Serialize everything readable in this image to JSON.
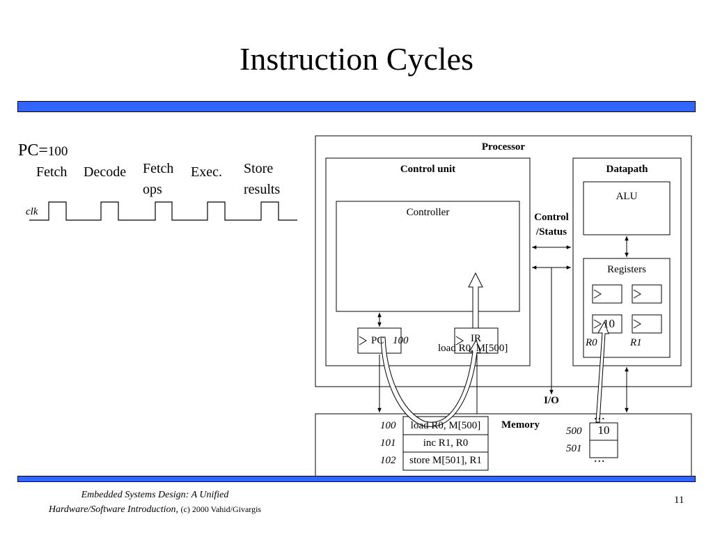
{
  "title": "Instruction Cycles",
  "pc": {
    "label": "PC=",
    "value": "100"
  },
  "timing": {
    "stages": [
      "Fetch",
      "Decode",
      "Fetch\nops",
      "Exec.",
      "Store\nresults"
    ],
    "clk_label": "clk"
  },
  "processor": {
    "label": "Processor",
    "control_unit": {
      "label": "Control unit",
      "controller": "Controller"
    },
    "datapath": {
      "label": "Datapath",
      "alu": "ALU",
      "registers": "Registers",
      "r0_value": "10"
    },
    "pc_box": {
      "label": "PC",
      "value": "100"
    },
    "ir_box": {
      "label": "IR",
      "value": "load R0, M[500]"
    },
    "control_status": "Control\n/Status",
    "reg_names": [
      "R0",
      "R1"
    ]
  },
  "io_label": "I/O",
  "memory": {
    "label": "Memory",
    "rows": [
      {
        "addr": "100",
        "content": "load R0, M[500]"
      },
      {
        "addr": "101",
        "content": "inc R1, R0"
      },
      {
        "addr": "102",
        "content": "store M[501], R1"
      }
    ],
    "data_cells": [
      {
        "addr": "500",
        "value": "10"
      },
      {
        "addr": "501",
        "value": ""
      }
    ],
    "ellipsis": "..."
  },
  "footer": {
    "line1": "Embedded Systems Design: A Unified",
    "line2": "Hardware/Software Introduction,",
    "line2_plain": "(c) 2000 Vahid/Givargis",
    "page": "11"
  }
}
